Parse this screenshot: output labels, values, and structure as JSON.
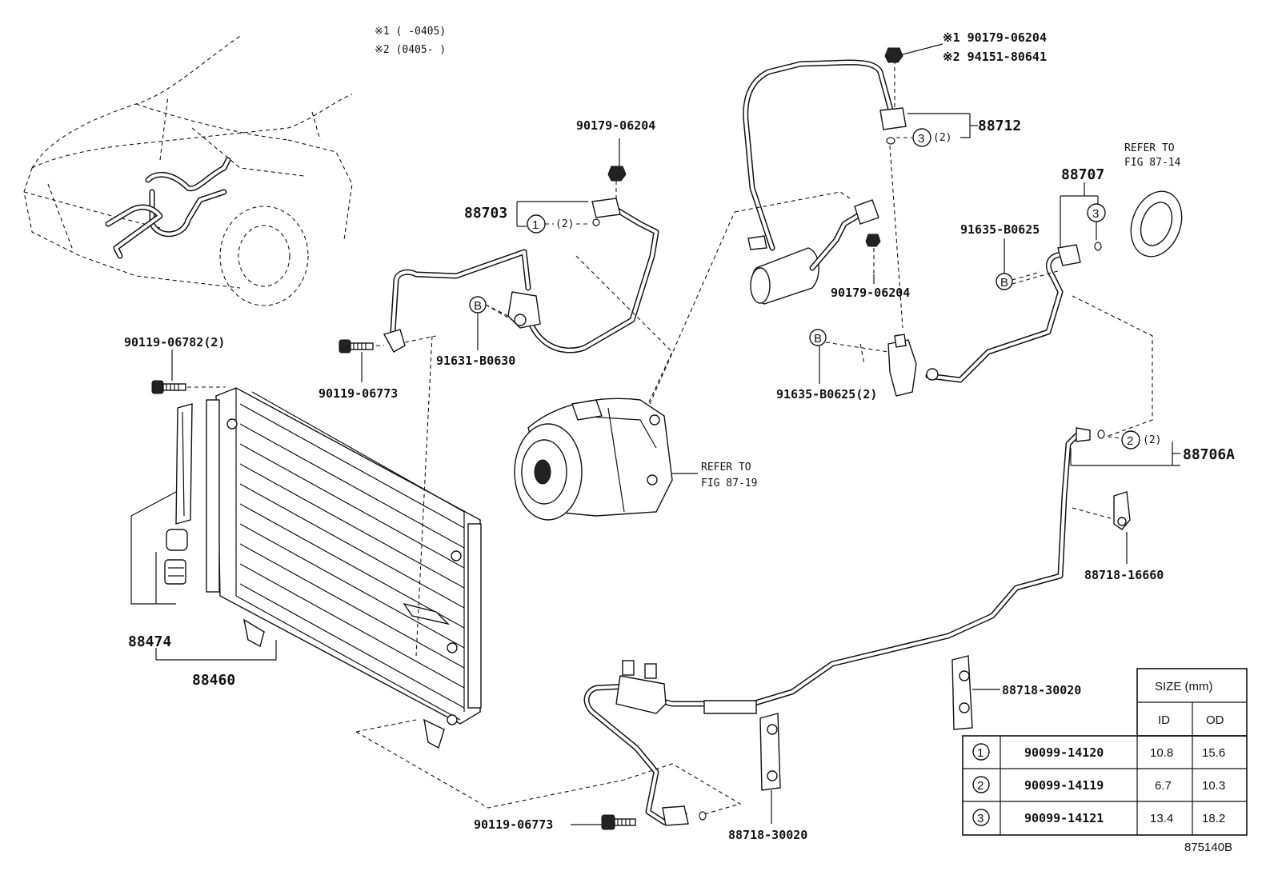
{
  "notes": {
    "note1": "※1 (     -0405)",
    "note2": "※2 (0405-     )"
  },
  "labels": {
    "p88712_bolt1": "※1 90179-06204",
    "p88712_bolt2": "※2 94151-80641",
    "p88712": "88712",
    "p88712_oring": "(2)",
    "p88703": "88703",
    "p88703_oring": "(2)",
    "p90179_top": "90179-06204",
    "p90179_mid": "90179-06204",
    "p90119_bolt_top": "90119-06782(2)",
    "p90119_bolt_mid": "90119-06773",
    "p90119_bolt_bottom": "90119-06773",
    "p91631": "91631-B0630",
    "p91635_top": "91635-B0625",
    "p91635_mid": "91635-B0625(2)",
    "p88707": "88707",
    "refer_top_1": "REFER TO",
    "refer_top_2": "FIG 87-14",
    "refer_comp_1": "REFER TO",
    "refer_comp_2": "FIG 87-19",
    "p88706A": "88706A",
    "p88706A_oring": "(2)",
    "p88718_16660": "88718-16660",
    "p88718_30020_right": "88718-30020",
    "p88718_30020_bottom": "88718-30020",
    "p88474": "88474",
    "p88460": "88460",
    "ref_B": "B",
    "num_1": "1",
    "num_2": "2",
    "num_3": "3",
    "figure_code": "875140B"
  },
  "size_table": {
    "header": "SIZE (mm)",
    "col_id": "ID",
    "col_od": "OD",
    "rows": [
      {
        "mark": "1",
        "part": "90099-14120",
        "id": "10.8",
        "od": "15.6"
      },
      {
        "mark": "2",
        "part": "90099-14119",
        "id": "6.7",
        "od": "10.3"
      },
      {
        "mark": "3",
        "part": "90099-14121",
        "id": "13.4",
        "od": "18.2"
      }
    ]
  }
}
